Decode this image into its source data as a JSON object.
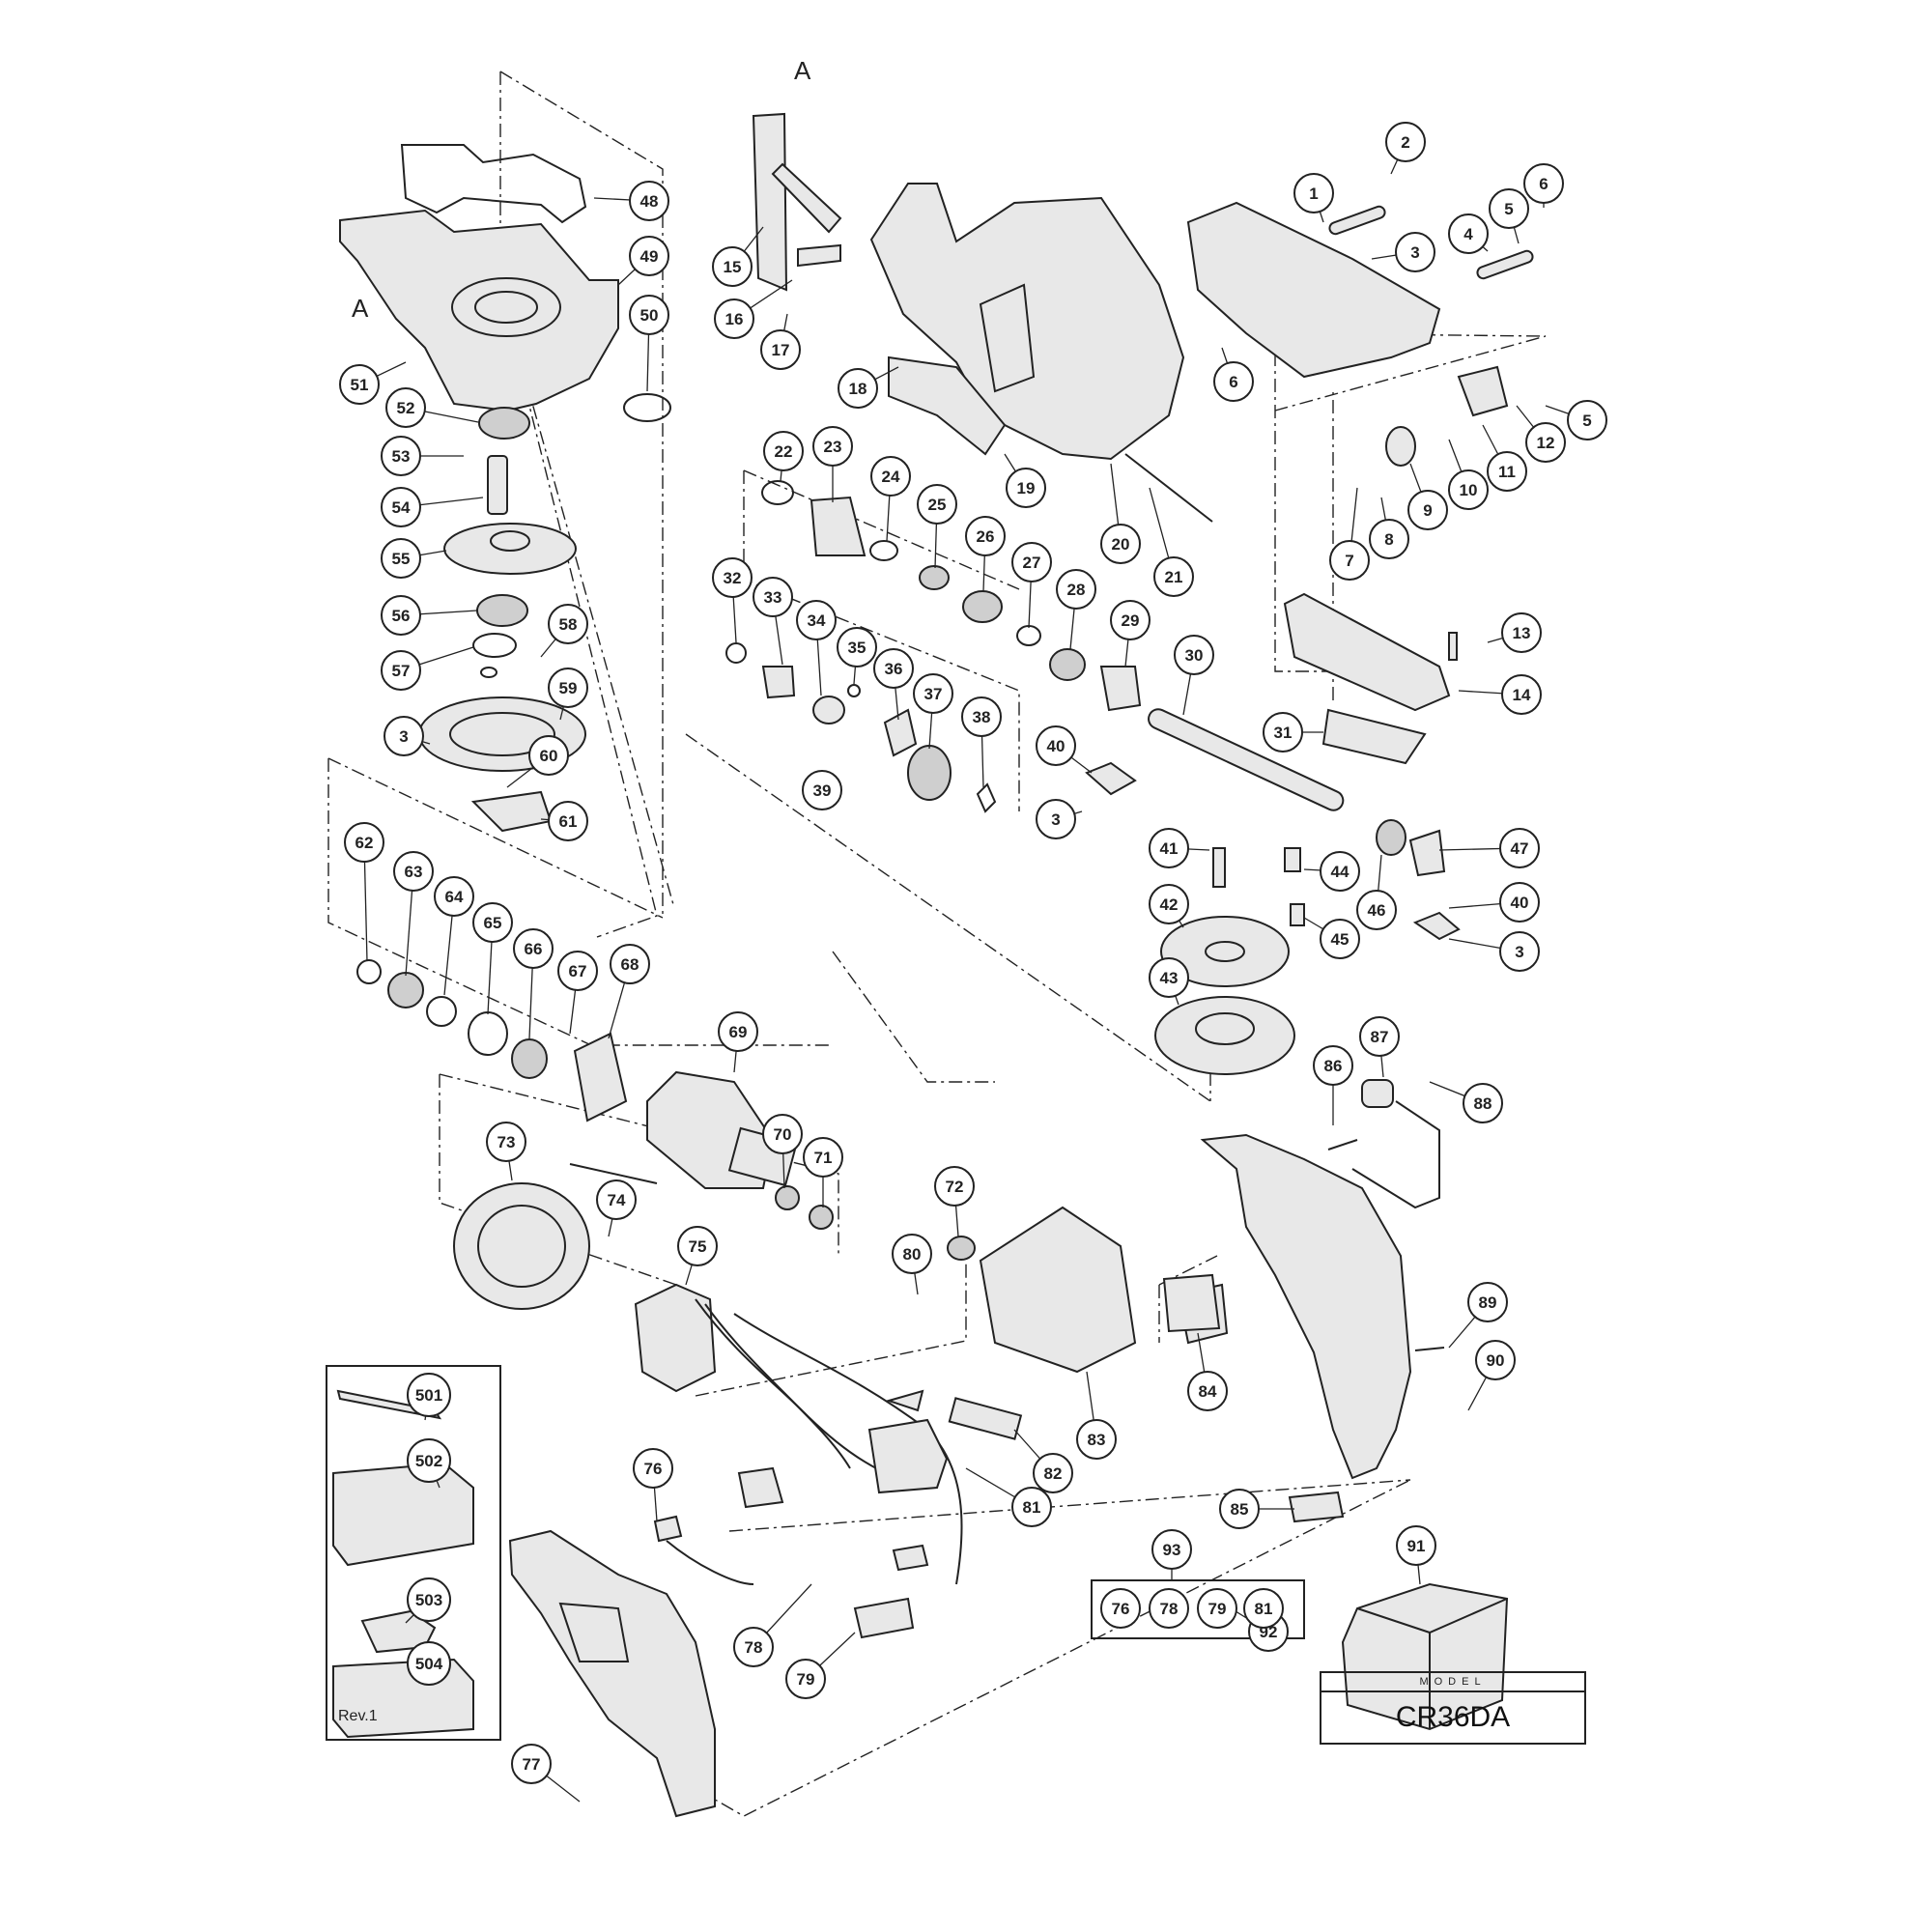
{
  "section_marks": [
    "A",
    "A"
  ],
  "revision": "Rev.1",
  "model": {
    "caption": "MODEL",
    "name": "CR36DA"
  },
  "kit_group": {
    "label": "93",
    "members": [
      "76",
      "78",
      "79",
      "81"
    ]
  },
  "callouts": [
    "1",
    "2",
    "3",
    "4",
    "5",
    "6",
    "7",
    "8",
    "9",
    "10",
    "11",
    "12",
    "13",
    "14",
    "15",
    "16",
    "17",
    "18",
    "19",
    "20",
    "21",
    "22",
    "23",
    "24",
    "25",
    "26",
    "27",
    "28",
    "29",
    "30",
    "31",
    "32",
    "33",
    "34",
    "35",
    "36",
    "37",
    "38",
    "39",
    "40",
    "41",
    "42",
    "43",
    "44",
    "45",
    "46",
    "47",
    "48",
    "49",
    "50",
    "51",
    "52",
    "53",
    "54",
    "55",
    "56",
    "57",
    "58",
    "59",
    "60",
    "61",
    "62",
    "63",
    "64",
    "65",
    "66",
    "67",
    "68",
    "69",
    "70",
    "71",
    "72",
    "73",
    "74",
    "75",
    "76",
    "77",
    "78",
    "79",
    "80",
    "81",
    "82",
    "83",
    "84",
    "85",
    "86",
    "87",
    "88",
    "89",
    "90",
    "91",
    "92",
    "501",
    "502",
    "503",
    "504"
  ]
}
